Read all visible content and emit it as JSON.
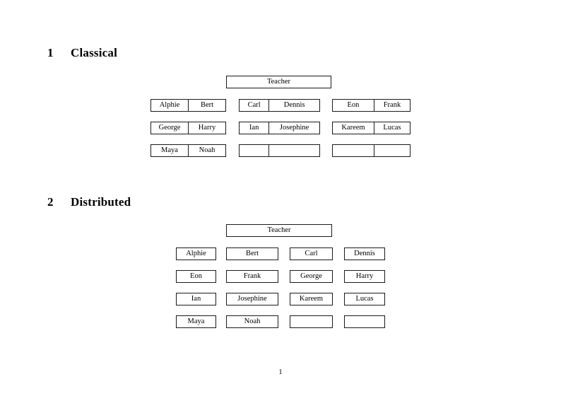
{
  "document": {
    "page_number": "1",
    "ink_color": "#1a1a1a",
    "background_color": "#ffffff"
  },
  "sections": [
    {
      "number": "1",
      "title": "Classical",
      "teacher_label": "Teacher",
      "layout": "grouped-tabular",
      "groups": [
        {
          "id": "group-left",
          "rows": [
            [
              "Alphie",
              "Bert"
            ],
            [
              "George",
              "Harry"
            ],
            [
              "Maya",
              "Noah"
            ]
          ]
        },
        {
          "id": "group-middle",
          "rows": [
            [
              "Carl",
              "Dennis"
            ],
            [
              "Ian",
              "Josephine"
            ],
            [
              "",
              ""
            ]
          ]
        },
        {
          "id": "group-right",
          "rows": [
            [
              "Eon",
              "Frank"
            ],
            [
              "Kareem",
              "Lucas"
            ],
            [
              "",
              ""
            ]
          ]
        }
      ]
    },
    {
      "number": "2",
      "title": "Distributed",
      "teacher_label": "Teacher",
      "layout": "separated-grid",
      "rows": [
        [
          "Alphie",
          "Bert",
          "Carl",
          "Dennis"
        ],
        [
          "Eon",
          "Frank",
          "George",
          "Harry"
        ],
        [
          "Ian",
          "Josephine",
          "Kareem",
          "Lucas"
        ],
        [
          "Maya",
          "Noah",
          "",
          ""
        ]
      ]
    }
  ]
}
